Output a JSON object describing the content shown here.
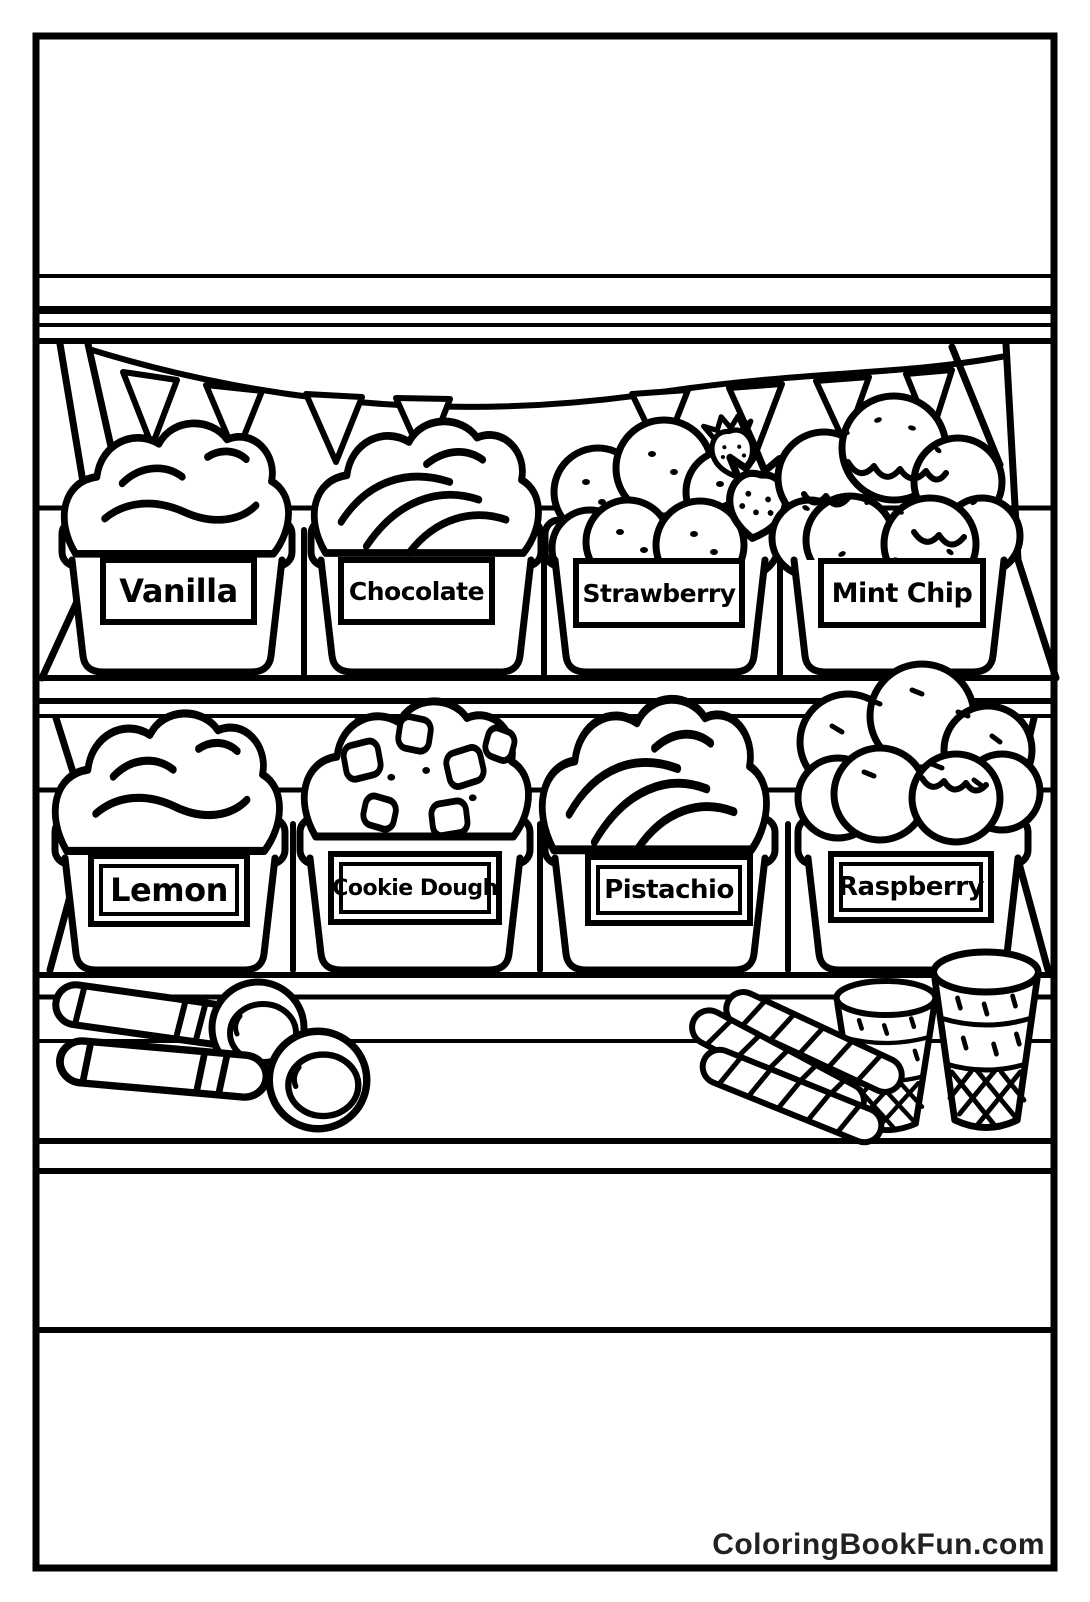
{
  "page": {
    "watermark": "ColoringBookFun.com"
  },
  "flavors": [
    {
      "label": "Vanilla"
    },
    {
      "label": "Chocolate"
    },
    {
      "label": "Strawberry"
    },
    {
      "label": "Mint Chip"
    },
    {
      "label": "Lemon"
    },
    {
      "label": "Cookie Dough"
    },
    {
      "label": "Pistachio"
    },
    {
      "label": "Raspberry"
    }
  ],
  "scene": {
    "banner_flags": 8,
    "ice_cream_tubs": 8,
    "scoop_utensils": 2,
    "wafer_sticks": 3,
    "cones": 2
  },
  "colors": {
    "line": "#000000",
    "paper": "#ffffff",
    "watermark": "#222222"
  }
}
